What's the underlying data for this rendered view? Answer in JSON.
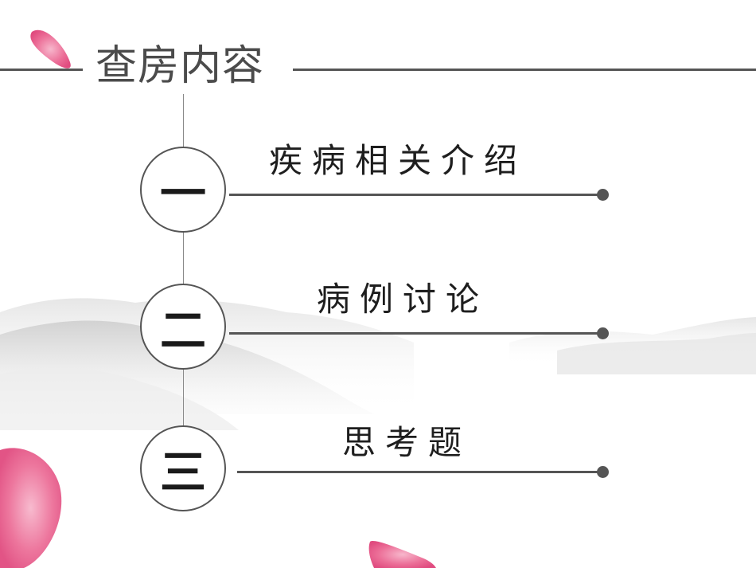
{
  "title": "查房内容",
  "items": [
    {
      "numeral": "一",
      "label": "疾病相关介绍"
    },
    {
      "numeral": "二",
      "label": "病例讨论"
    },
    {
      "numeral": "三",
      "label": "思考题"
    }
  ],
  "colors": {
    "line": "#555555",
    "petal": "#e8578a",
    "mist": "#d8d8d8"
  }
}
